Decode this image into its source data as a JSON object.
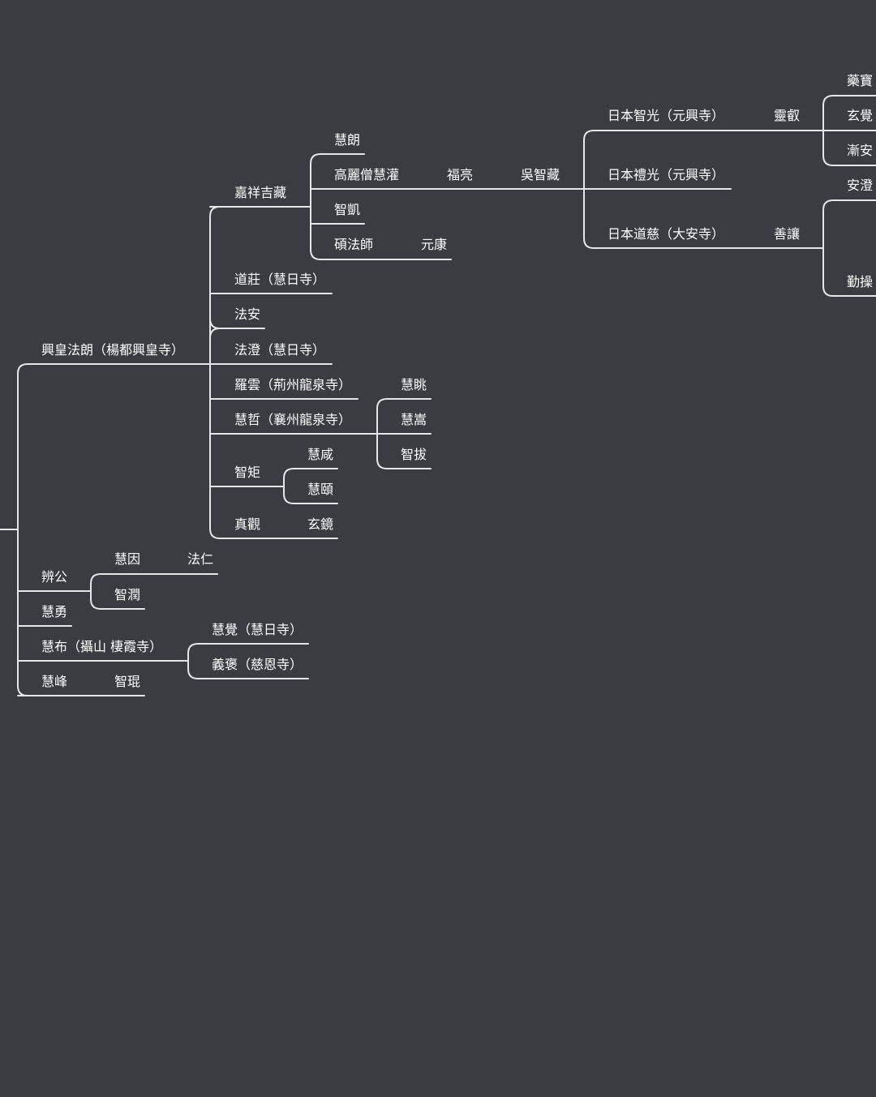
{
  "tree": {
    "root": "興皇法朗（楊都興皇寺）",
    "nodes": {
      "n_jixiang": "嘉祥吉藏",
      "n_huilang": "慧朗",
      "n_gaoli": "高麗僧慧灌",
      "n_fuliang": "福亮",
      "n_wuzhizang": "吳智藏",
      "n_zhikai": "智凱",
      "n_shuofashi": "碩法師",
      "n_yuankang": "元康",
      "n_daozhuang": "道莊（慧日寺）",
      "n_faan": "法安",
      "n_facheng": "法澄（慧日寺）",
      "n_luoyun": "羅雲（荊州龍泉寺）",
      "n_huizhe": "慧哲（襄州龍泉寺）",
      "n_huitiao": "慧眺",
      "n_huisong": "慧嵩",
      "n_zhiba": "智拔",
      "n_zhiju": "智矩",
      "n_huixian": "慧咸",
      "n_huiyi": "慧頤",
      "n_zhenguan": "真觀",
      "n_xuanjing": "玄鏡",
      "n_riben_zhiguang": "日本智光（元興寺）",
      "n_lingrui": "靈叡",
      "n_yaobao": "藥寶",
      "n_xuanjue": "玄覺",
      "n_jianan": "漸安",
      "n_riben_liguang": "日本禮光（元興寺）",
      "n_riben_daoci": "日本道慈（大安寺）",
      "n_shanrang": "善讓",
      "n_ancheng": "安澄",
      "n_qincao": "勤操",
      "n_biangong": "辨公",
      "n_huiyin": "慧因",
      "n_faren": "法仁",
      "n_zhirun": "智潤",
      "n_huiyong": "慧勇",
      "n_huibu": "慧布（攝山 棲霞寺）",
      "n_huijue": "慧覺（慧日寺）",
      "n_yibao": "義褒（慈恩寺）",
      "n_huifeng": "慧峰",
      "n_zhikun": "智琨"
    }
  },
  "style": {
    "background": "#3b3c42",
    "line_color": "#e6e6e6",
    "text_color": "#ffffff"
  }
}
